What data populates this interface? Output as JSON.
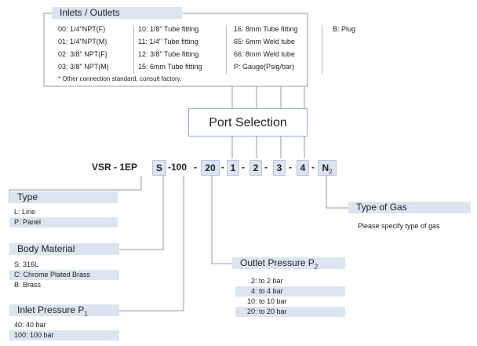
{
  "inlets_outlets": {
    "title": "Inlets / Outlets",
    "col1": [
      "00:  1/4\"NPT(F)",
      "01:  1/4\"NPT(M)",
      "02:  3/8\" NPT(F)",
      "03:  3/8\" NPT(M)"
    ],
    "col2": [
      "10:  1/8\" Tube fitting",
      "11:  1/4\" Tube fitting",
      "12:  3/8\" Tube fitting",
      "15:  6mm Tube fitting"
    ],
    "col3": [
      "16:  8mm Tube fitting",
      "65:  6mm Weld tube",
      "66:  8mm Weld tube",
      "P:  Gauge(Psig/bar)"
    ],
    "col4": [
      "B:  Plug"
    ],
    "note": "* Other connection standard, consult factory."
  },
  "port_selection": {
    "label": "Port Selection"
  },
  "model_code": {
    "parts": [
      "VSR - 1EP",
      "S",
      "-100",
      "-",
      "20",
      "-",
      "1",
      "-",
      "2",
      "-",
      "3",
      "-",
      "4",
      "-",
      "N"
    ],
    "subscript": "2"
  },
  "type": {
    "title": "Type",
    "items": [
      {
        "text": "L:  Line",
        "shaded": false
      },
      {
        "text": "P:  Panel",
        "shaded": true
      }
    ]
  },
  "body_material": {
    "title": "Body Material",
    "items": [
      {
        "text": "S:  316L",
        "shaded": false
      },
      {
        "text": "C:  Chrome Plated Brass",
        "shaded": true
      },
      {
        "text": "B:  Brass",
        "shaded": false
      }
    ]
  },
  "inlet_pressure": {
    "title": "Inlet Pressure P",
    "title_sub": "1",
    "items": [
      {
        "text": "40:  40 bar",
        "shaded": false
      },
      {
        "text": "100:  100 bar",
        "shaded": true
      }
    ]
  },
  "outlet_pressure": {
    "title": "Outlet Pressure P",
    "title_sub": "2",
    "items": [
      {
        "text": "2:  to 2 bar",
        "shaded": false
      },
      {
        "text": "4:  to 4 bar",
        "shaded": true
      },
      {
        "text": "10:  to 10 bar",
        "shaded": false
      },
      {
        "text": "20:  to 20 bar",
        "shaded": true
      }
    ]
  },
  "type_of_gas": {
    "title": "Type of Gas",
    "note": "Please specify type of gas"
  },
  "colors": {
    "accent": "#dbe5f1",
    "line": "#999999",
    "box_border": "#8eaadb"
  }
}
